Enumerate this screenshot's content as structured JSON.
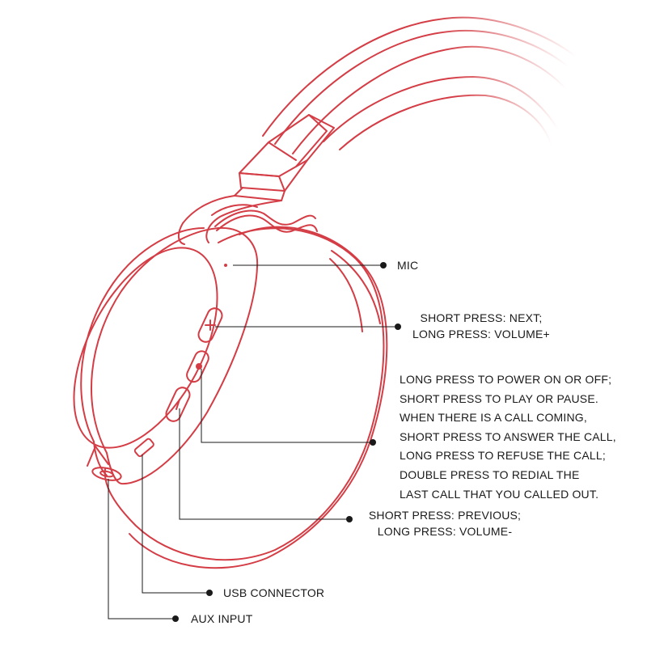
{
  "colors": {
    "outline": "#d43d45",
    "leader": "#1a1a1a",
    "background": "#ffffff"
  },
  "labels": {
    "mic": "MIC",
    "next": [
      "SHORT PRESS: NEXT;",
      "LONG PRESS: VOLUME+"
    ],
    "power": [
      "LONG PRESS TO POWER ON OR OFF;",
      "SHORT PRESS TO PLAY OR PAUSE.",
      "WHEN THERE IS A CALL COMING,",
      "SHORT PRESS TO ANSWER THE CALL,",
      "LONG PRESS TO REFUSE THE CALL;",
      "DOUBLE PRESS TO REDIAL THE",
      "LAST CALL THAT YOU CALLED OUT."
    ],
    "previous": [
      "SHORT PRESS: PREVIOUS;",
      "LONG PRESS: VOLUME-"
    ],
    "usb": "USB CONNECTOR",
    "aux": "AUX INPUT"
  },
  "icons": [
    "headphone-illustration",
    "plus-button-icon",
    "power-button-icon",
    "minus-button-icon",
    "usb-port-icon",
    "aux-jack-icon",
    "mic-hole-icon"
  ]
}
